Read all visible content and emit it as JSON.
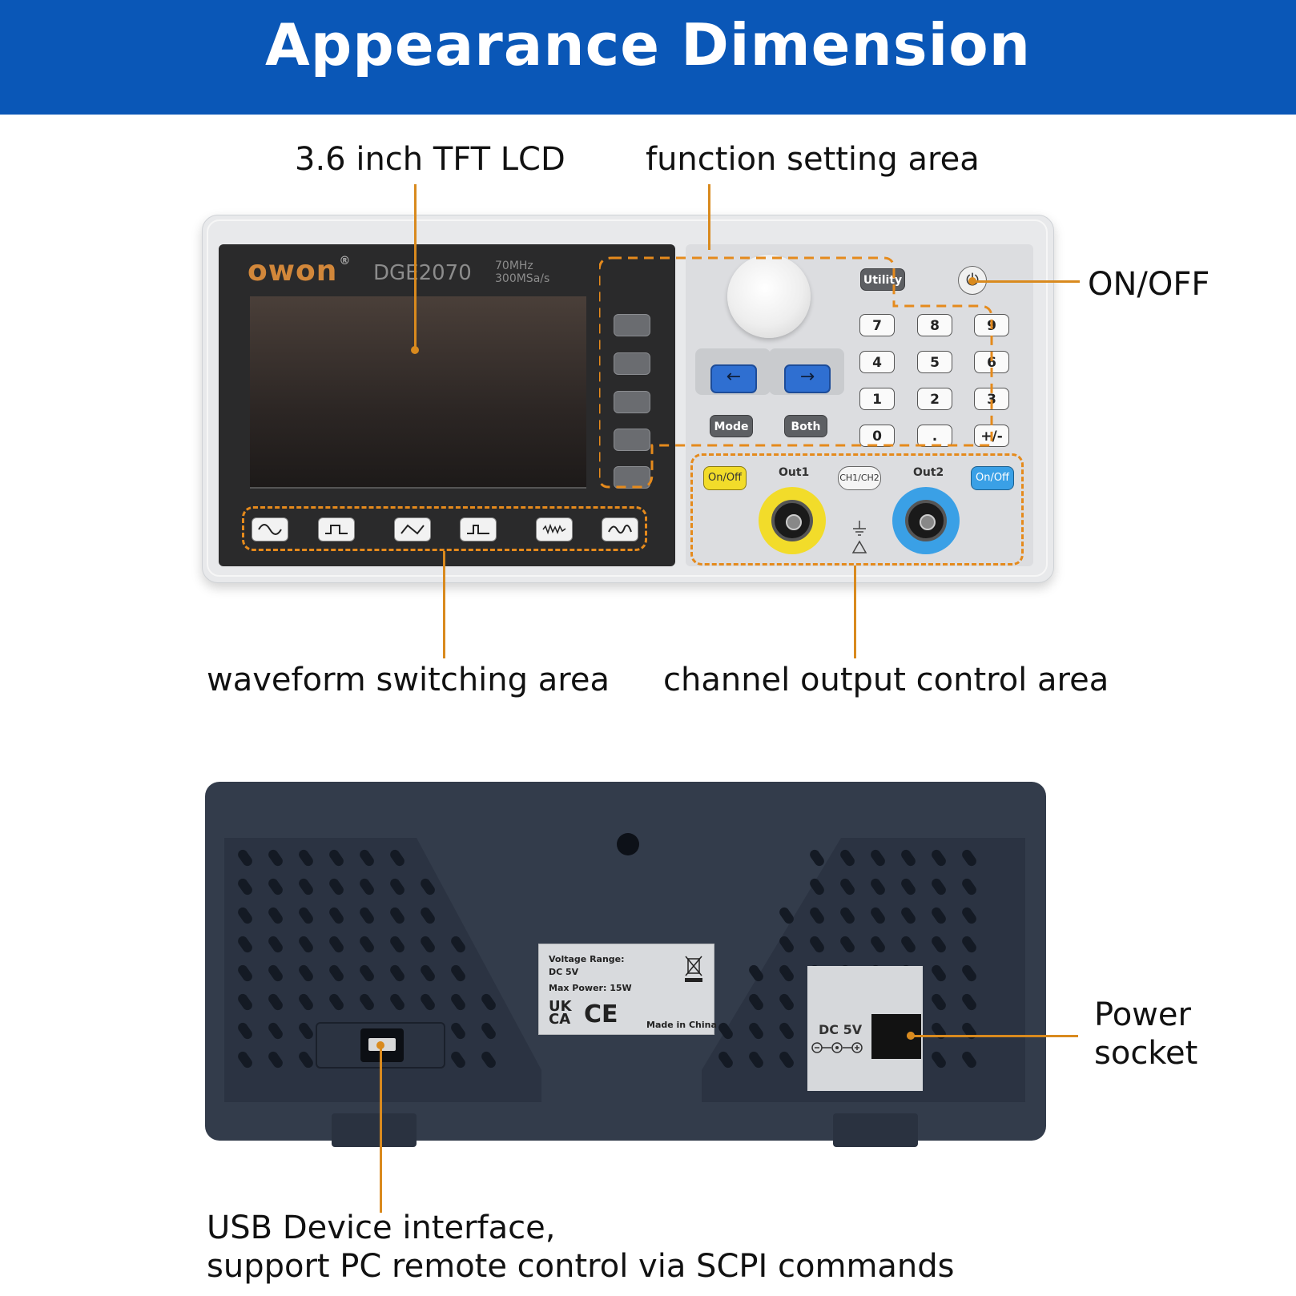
{
  "banner": {
    "title": "Appearance Dimension",
    "color": "#0a57b7"
  },
  "front_callouts": {
    "lcd": "3.6 inch TFT LCD",
    "function_area": "function setting area",
    "power": "ON/OFF",
    "waveform_area": "waveform switching area",
    "channel_area": "channel output control area"
  },
  "device": {
    "brand": "owon",
    "model": "DGE2070",
    "spec_line1": "70MHz",
    "spec_line2": "300MSa/s",
    "keys": {
      "utility": "Utility",
      "mode": "Mode",
      "both": "Both",
      "digits": [
        "7",
        "8",
        "9",
        "4",
        "5",
        "6",
        "1",
        "2",
        "3",
        "0",
        ".",
        "+/-"
      ],
      "left_arrow": "←",
      "right_arrow": "→",
      "ch1_onoff": "On/Off",
      "ch2_onoff": "On/Off",
      "ch_switch": "CH1/CH2",
      "out1": "Out1",
      "out2": "Out2"
    },
    "waveforms": [
      "sine-wave-icon",
      "square-wave-icon",
      "ramp-wave-icon",
      "pulse-wave-icon",
      "noise-wave-icon",
      "arbitrary-wave-icon"
    ]
  },
  "rear_callouts": {
    "power_socket_line1": "Power",
    "power_socket_line2": "socket",
    "usb_line1": "USB Device interface,",
    "usb_line2": "support PC remote control via SCPI commands"
  },
  "rear_label": {
    "voltage_title": "Voltage Range:",
    "voltage_value": "DC 5V",
    "max_power": "Max Power: 15W",
    "ukca": "UK CA",
    "ce": "CE",
    "origin": "Made in China",
    "dc_socket": "DC 5V"
  },
  "colors": {
    "accent_lead": "#d98a1e",
    "rear_body": "#333c4b"
  }
}
